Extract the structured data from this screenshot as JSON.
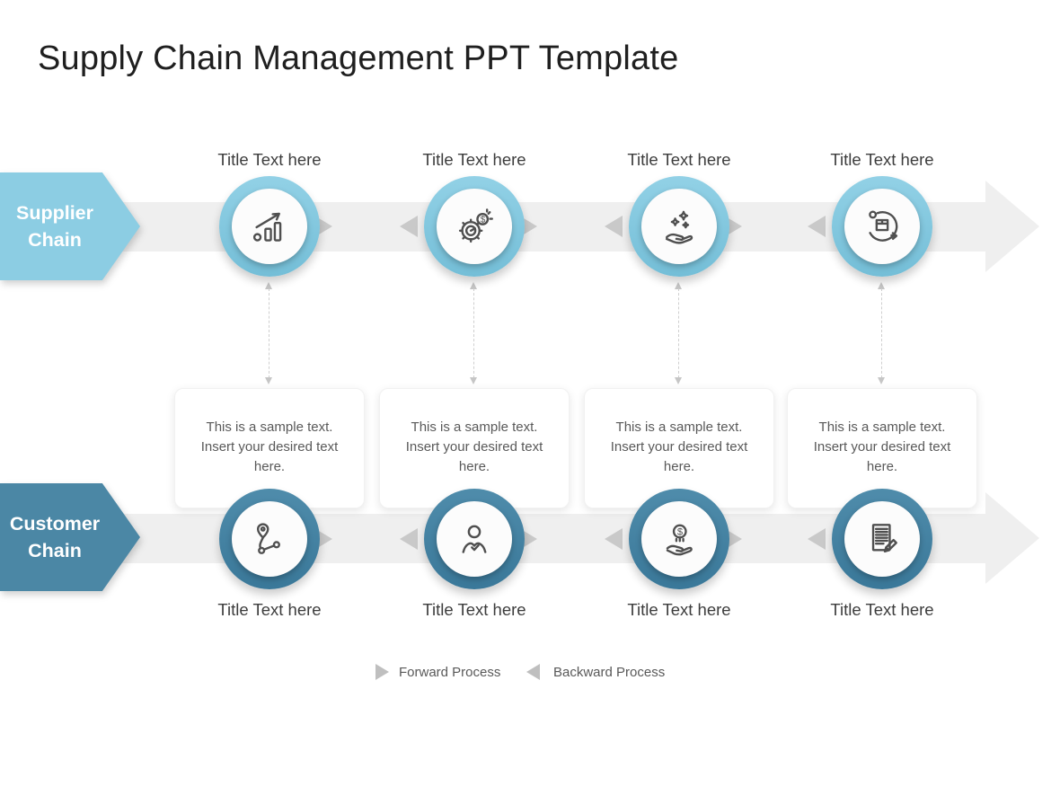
{
  "slide": {
    "title": "Supply Chain Management PPT Template"
  },
  "supplier_chain": {
    "label_line1": "Supplier",
    "label_line2": "Chain",
    "nodes": [
      {
        "title": "Title Text here",
        "icon": "growth-chart-icon"
      },
      {
        "title": "Title Text here",
        "icon": "gear-dollar-icon"
      },
      {
        "title": "Title Text here",
        "icon": "hand-sparkles-icon"
      },
      {
        "title": "Title Text here",
        "icon": "package-return-icon"
      }
    ]
  },
  "customer_chain": {
    "label_line1": "Customer",
    "label_line2": "Chain",
    "nodes": [
      {
        "title": "Title Text here",
        "icon": "route-pin-icon"
      },
      {
        "title": "Title Text here",
        "icon": "person-check-icon"
      },
      {
        "title": "Title Text here",
        "icon": "hand-coin-icon"
      },
      {
        "title": "Title Text here",
        "icon": "document-edit-icon"
      }
    ]
  },
  "cards": [
    {
      "text": "This is a sample text. Insert your desired text here."
    },
    {
      "text": "This is a sample text. Insert your desired text here."
    },
    {
      "text": "This is a sample text. Insert your desired text here."
    },
    {
      "text": "This is a sample text. Insert your desired text here."
    }
  ],
  "legend": {
    "forward_label": "Forward Process",
    "backward_label": "Backward Process"
  },
  "colors": {
    "supplier_accent": "#8CCDE3",
    "customer_accent": "#4B87A5",
    "band": "#EFEFEF",
    "arrow_gray": "#C9C9C9",
    "text_gray": "#595959",
    "title_color": "#1F1F1F"
  }
}
